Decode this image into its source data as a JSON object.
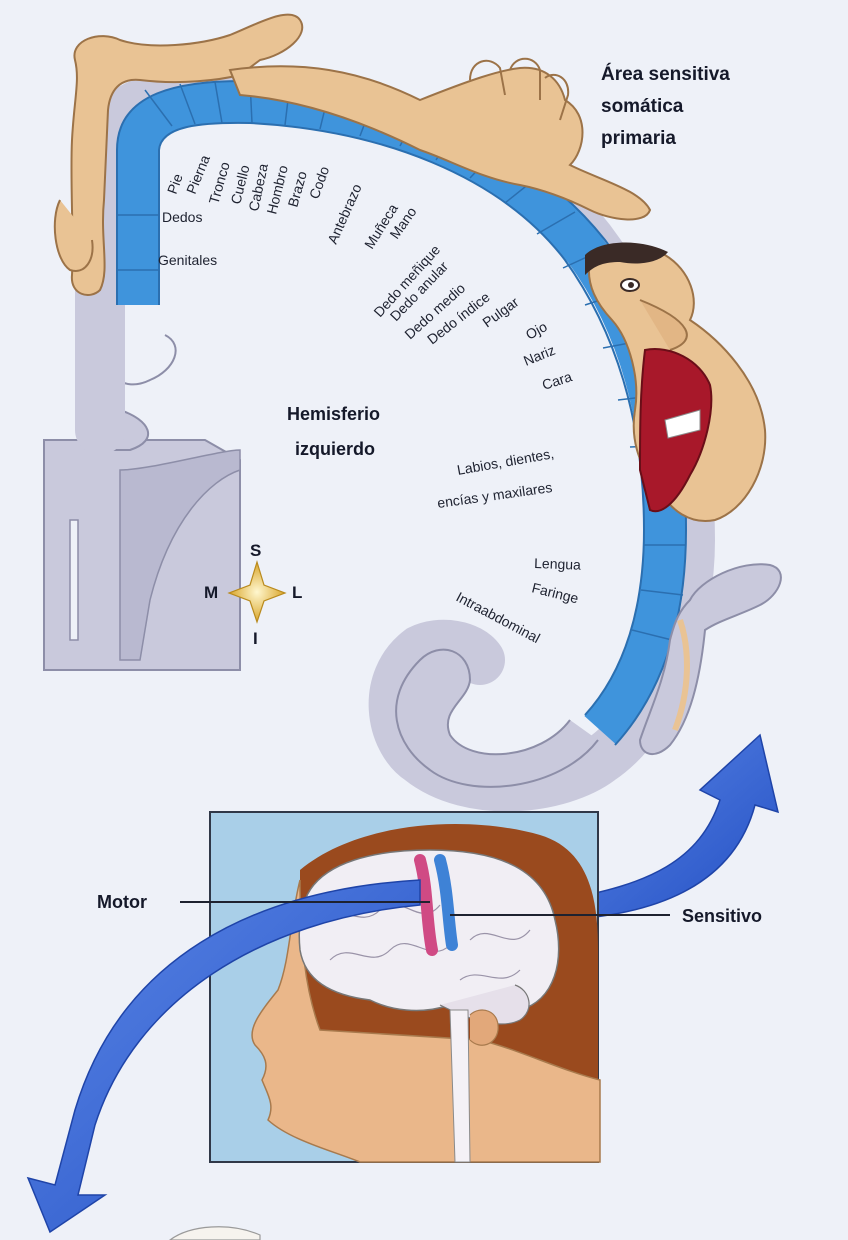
{
  "diagram": {
    "area_title": [
      "Área sensitiva",
      "somática",
      "primaria"
    ],
    "hemisphere_label": [
      "Hemisferio",
      "izquierdo"
    ],
    "body_parts": [
      "Pie",
      "Pierna",
      "Tronco",
      "Cuello",
      "Cabeza",
      "Hombro",
      "Brazo",
      "Codo",
      "Antebrazo",
      "Muñeca",
      "Mano",
      "Dedo meñique",
      "Dedo anular",
      "Dedo medio",
      "Dedo índice",
      "Pulgar",
      "Ojo",
      "Nariz",
      "Cara",
      "Labios, dientes,",
      "encías y maxilares",
      "Lengua",
      "Faringe",
      "Intraabdominal",
      "Dedos",
      "Genitales"
    ],
    "compass": {
      "superior": "S",
      "inferior": "I",
      "medial": "M",
      "lateral": "L"
    },
    "inset": {
      "motor_label": "Motor",
      "sensory_label": "Sensitivo"
    },
    "colors": {
      "cortex_band": "#3f94dc",
      "arrow": "#2f5fcf",
      "white_matter": "#c9c9dc",
      "skin": "#e9c394",
      "lips": "#a8182a",
      "motor_strip": "#d04a84",
      "sensory_strip": "#3e82d6"
    }
  }
}
